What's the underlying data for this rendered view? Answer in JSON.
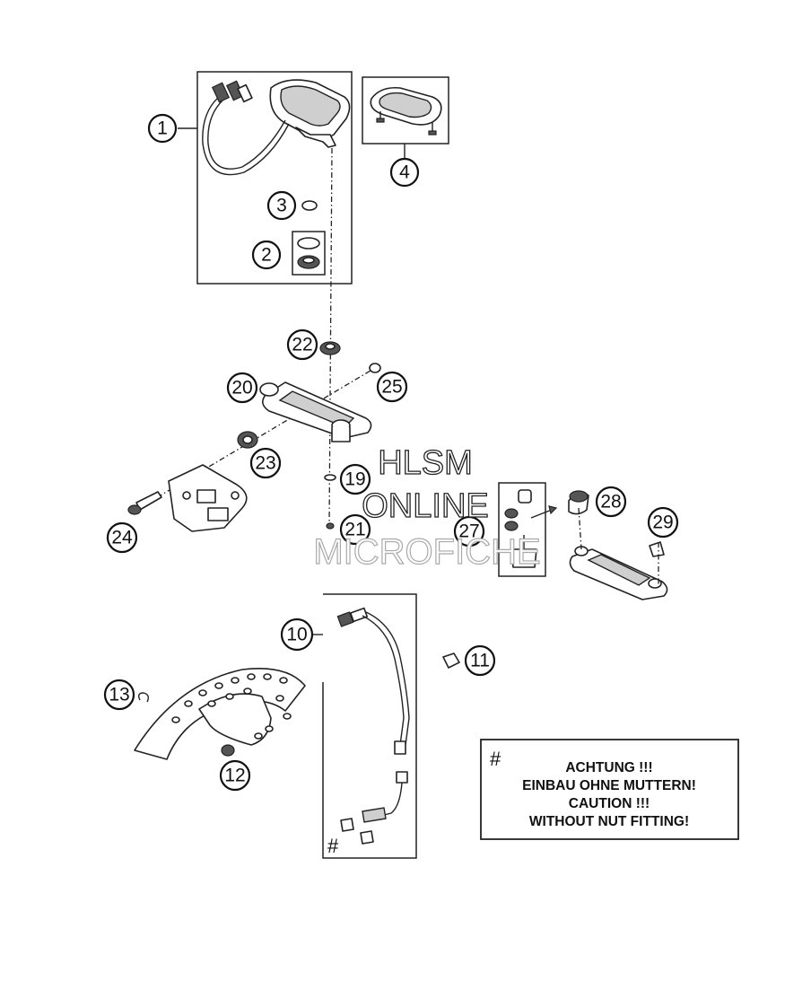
{
  "callouts": [
    {
      "label": "1"
    },
    {
      "label": "2"
    },
    {
      "label": "3"
    },
    {
      "label": "4"
    },
    {
      "label": "10"
    },
    {
      "label": "11"
    },
    {
      "label": "12"
    },
    {
      "label": "13"
    },
    {
      "label": "19"
    },
    {
      "label": "20"
    },
    {
      "label": "21"
    },
    {
      "label": "22"
    },
    {
      "label": "23"
    },
    {
      "label": "24"
    },
    {
      "label": "25"
    },
    {
      "label": "27"
    },
    {
      "label": "28"
    },
    {
      "label": "29"
    }
  ],
  "note": {
    "symbol": "#",
    "lines": [
      "ACHTUNG !!!",
      "EINBAU OHNE MUTTERN!",
      "CAUTION !!!",
      "WITHOUT NUT FITTING!"
    ]
  },
  "cable_mark": "#",
  "watermark": {
    "line1": "HLSM",
    "line2": "ONLINE",
    "line3": "MICROFICHE"
  }
}
